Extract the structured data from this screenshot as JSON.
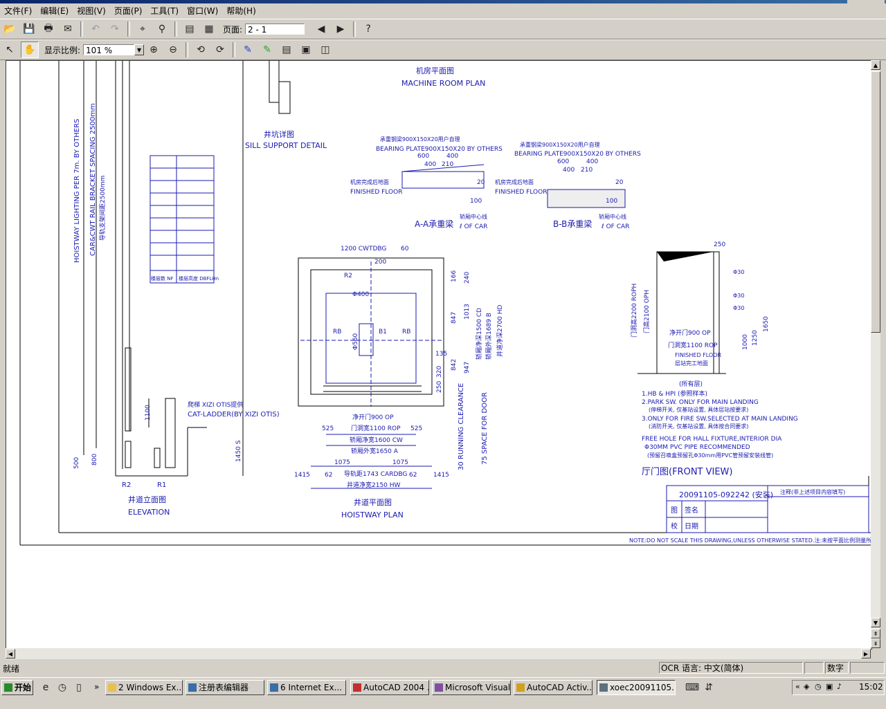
{
  "menu": [
    "文件(F)",
    "编辑(E)",
    "视图(V)",
    "页面(P)",
    "工具(T)",
    "窗口(W)",
    "帮助(H)"
  ],
  "toolbar": {
    "page_label": "页面:",
    "page_value": "2 - 1",
    "zoom_label": "显示比例:",
    "zoom_value": "101 %"
  },
  "drawing": {
    "machine_room_cn": "机房平面图",
    "machine_room_en": "MACHINE ROOM PLAN",
    "sill_cn": "井坑详图",
    "sill_en": "SILL SUPPORT DETAIL",
    "bearing_cn": "承重钢梁900X150X20用户自理",
    "bearing_en": "BEARING PLATE900X150X20 BY OTHERS",
    "finished_floor_cn": "机房完成后地面",
    "finished_floor_en": "FINISHED FLOOR",
    "car_center_cn": "轿厢中心线",
    "car_center_en": "ℓ OF CAR",
    "section_a": "A-A承重梁",
    "section_b": "B-B承重梁",
    "dim_600": "600",
    "dim_400": "400",
    "dim_210": "210",
    "dim_20": "20",
    "dim_100": "100",
    "lighting_label": "HOISTWAY LIGHTING PER 7m. BY OTHERS",
    "rail_label": "CAR&CWT RAIL BRACKET SPACING 2500mm",
    "rail_cn": "导轨支架间距2500mm",
    "table_h1": "楼层数 NF",
    "table_h2": "楼层高度 DBFLHn",
    "ladder_cn": "爬梯 XIZI OTIS提供",
    "ladder_en": "CAT-LADDER(BY XIZI OTIS)",
    "dim_1100": "1100",
    "dim_500": "500",
    "dim_800": "800",
    "dim_1450": "1450 S",
    "r2": "R2",
    "r1": "R1",
    "elevation_cn": "井道立面图",
    "elevation_en": "ELEVATION",
    "cwtdbg": "1200 CWTDBG",
    "dim_60": "60",
    "dim_200": "200",
    "phi400": "Φ400",
    "rb_left": "RB",
    "rb_right": "RB",
    "b1": "B1",
    "phi560": "Φ560",
    "op_label": "净开门900 OP",
    "rop_label": "门洞宽1100 ROP",
    "cw_label": "轿厢净宽1600 CW",
    "a_label": "轿厢外宽1650 A",
    "cardbg_label": "导轨距1743 CARDBG",
    "hw_label": "井道净宽2150 HW",
    "dim_525a": "525",
    "dim_525b": "525",
    "dim_1075a": "1075",
    "dim_1075b": "1075",
    "dim_1415a": "1415",
    "dim_1415b": "1415",
    "dim_62a": "62",
    "dim_62b": "62",
    "cd_label": "轿厢净深1500 CD",
    "b_label": "轿厢外深1689 B",
    "hd_label": "井道净深2700 HD",
    "dim_166": "166",
    "dim_240": "240",
    "dim_847a": "847",
    "dim_1013": "1013",
    "dim_842": "842",
    "dim_947": "947",
    "dim_135": "135",
    "dim_320": "320",
    "dim_250": "250",
    "clearance_label": "30 RUNNING CLEARANCE",
    "door_space_label": "75 SPACE FOR DOOR",
    "hoistway_cn": "井道平面图",
    "hoistway_en": "HOISTWAY PLAN",
    "roph_label": "门洞高2200 ROPH",
    "oph_label": "门高2100 OPH",
    "front_op": "净开门900 OP",
    "front_rop": "门洞宽1100 ROP",
    "front_floor_en": "FINISHED FLOOR",
    "front_floor_cn": "层站完工地面",
    "front_note_cn": "(所有层)",
    "dim_1000": "1000",
    "dim_1250": "1250",
    "dim_1650": "1650",
    "dim_250b": "250",
    "phi30": "Φ30",
    "note1": "1.HB & HPI (参照样本)",
    "note2": "2.PARK SW. ONLY FOR MAIN LANDING",
    "note2_cn": "(停梯开关, 仅基站设置, 具体层站按要求)",
    "note3": "3.ONLY FOR FIRE SW.SELECTED AT MAIN LANDING",
    "note3_cn": "(消防开关, 仅基站设置, 具体按合同要求)",
    "note4": "FREE HOLE FOR HALL FIXTURE,INTERIOR DIA",
    "note5": "Φ30MM PVC PIPE RECOMMENDED",
    "note6_cn": "(预留召唤盒预留孔Φ30mm用PVC管预留安装线管)",
    "front_view": "厅门图(FRONT VIEW)",
    "doc_number": "20091105-092242 (安装)",
    "block_label1": "图",
    "block_label2": "签名",
    "block_label3": "校",
    "block_label4": "日期",
    "block_header": "注释(非上述项目内容填写)",
    "footnote": "NOTE:DO NOT SCALE THIS DRAWING,UNLESS OTHERWISE STATED.注:未按平面比例测量所有尺寸."
  },
  "status": {
    "left": "就绪",
    "ocr": "OCR 语言: 中文(简体)",
    "num": "数字"
  },
  "taskbar": {
    "start": "开始",
    "items": [
      "2 Windows Ex...",
      "注册表编辑器",
      "6 Internet Ex...",
      "AutoCAD 2004 ...",
      "Microsoft Visual...",
      "AutoCAD Activ...",
      "xoec20091105..."
    ],
    "time": "15:02"
  }
}
